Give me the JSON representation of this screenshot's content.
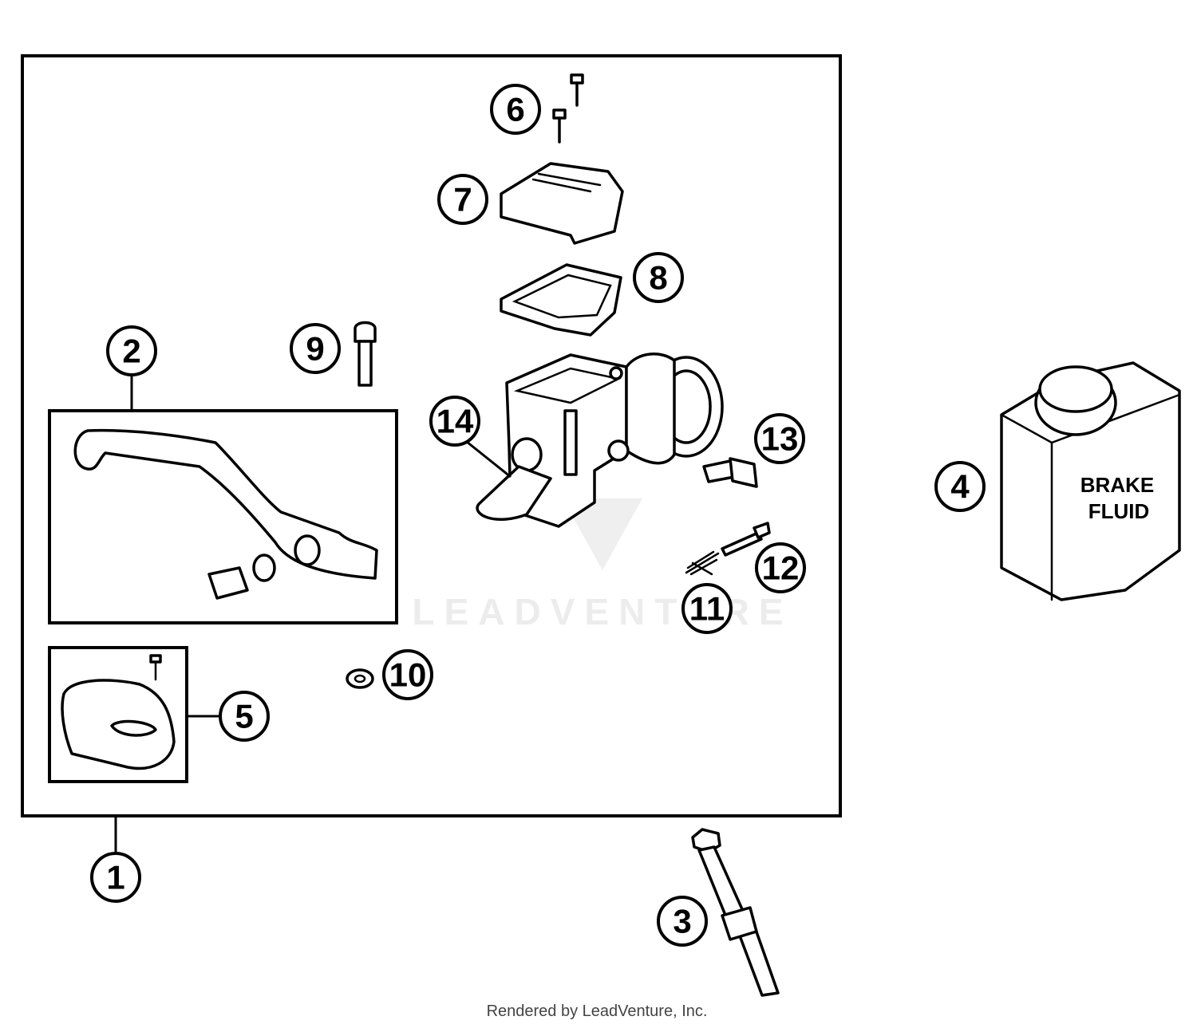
{
  "callouts": [
    {
      "id": "1",
      "label": "1"
    },
    {
      "id": "2",
      "label": "2"
    },
    {
      "id": "3",
      "label": "3"
    },
    {
      "id": "4",
      "label": "4"
    },
    {
      "id": "5",
      "label": "5"
    },
    {
      "id": "6",
      "label": "6"
    },
    {
      "id": "7",
      "label": "7"
    },
    {
      "id": "8",
      "label": "8"
    },
    {
      "id": "9",
      "label": "9"
    },
    {
      "id": "10",
      "label": "10"
    },
    {
      "id": "11",
      "label": "11"
    },
    {
      "id": "12",
      "label": "12"
    },
    {
      "id": "13",
      "label": "13"
    },
    {
      "id": "14",
      "label": "14"
    }
  ],
  "can_label": {
    "line1": "BRAKE",
    "line2": "FLUID"
  },
  "watermark": "LEADVENTURE",
  "credit": "Rendered by LeadVenture, Inc."
}
